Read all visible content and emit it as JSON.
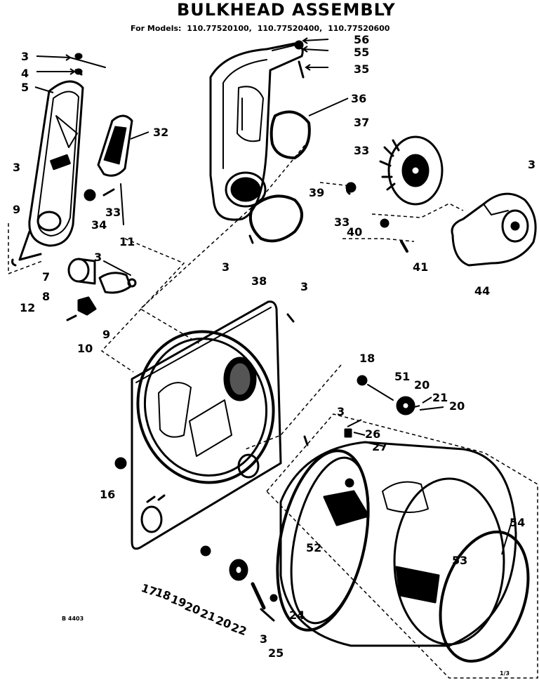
{
  "title": "BULKHEAD ASSEMBLY",
  "models": {
    "prefix": "For Models:",
    "list": [
      "110.77520100,",
      "110.77520400,",
      "110.77520600"
    ]
  },
  "callouts": [
    {
      "id": "c3a",
      "label": "3"
    },
    {
      "id": "c4",
      "label": "4"
    },
    {
      "id": "c5",
      "label": "5"
    },
    {
      "id": "c32",
      "label": "32"
    },
    {
      "id": "c3b",
      "label": "3"
    },
    {
      "id": "c9",
      "label": "9"
    },
    {
      "id": "c33a",
      "label": "33"
    },
    {
      "id": "c34",
      "label": "34"
    },
    {
      "id": "c11",
      "label": "11"
    },
    {
      "id": "c3c",
      "label": "3"
    },
    {
      "id": "c7",
      "label": "7"
    },
    {
      "id": "c8",
      "label": "8"
    },
    {
      "id": "c12",
      "label": "12"
    },
    {
      "id": "c9b",
      "label": "9"
    },
    {
      "id": "c10",
      "label": "10"
    },
    {
      "id": "c56",
      "label": "56"
    },
    {
      "id": "c55",
      "label": "55"
    },
    {
      "id": "c35",
      "label": "35"
    },
    {
      "id": "c36",
      "label": "36"
    },
    {
      "id": "c37",
      "label": "37"
    },
    {
      "id": "c33b",
      "label": "33"
    },
    {
      "id": "c3d",
      "label": "3"
    },
    {
      "id": "c39",
      "label": "39"
    },
    {
      "id": "c33c",
      "label": "33"
    },
    {
      "id": "c40",
      "label": "40"
    },
    {
      "id": "c41",
      "label": "41"
    },
    {
      "id": "c44",
      "label": "44"
    },
    {
      "id": "c3e",
      "label": "3"
    },
    {
      "id": "c38",
      "label": "38"
    },
    {
      "id": "c3f",
      "label": "3"
    },
    {
      "id": "c18a",
      "label": "18"
    },
    {
      "id": "c51",
      "label": "51"
    },
    {
      "id": "c20a",
      "label": "20"
    },
    {
      "id": "c21a",
      "label": "21"
    },
    {
      "id": "c20b",
      "label": "20"
    },
    {
      "id": "c3g",
      "label": "3"
    },
    {
      "id": "c26",
      "label": "26"
    },
    {
      "id": "c27",
      "label": "27"
    },
    {
      "id": "c16",
      "label": "16"
    },
    {
      "id": "c52",
      "label": "52"
    },
    {
      "id": "c53",
      "label": "53"
    },
    {
      "id": "c54",
      "label": "54"
    },
    {
      "id": "c17",
      "label": "17"
    },
    {
      "id": "c18b",
      "label": "18"
    },
    {
      "id": "c19",
      "label": "19"
    },
    {
      "id": "c20c",
      "label": "20"
    },
    {
      "id": "c21b",
      "label": "21"
    },
    {
      "id": "c20d",
      "label": "20"
    },
    {
      "id": "c22",
      "label": "22"
    },
    {
      "id": "c24",
      "label": "24"
    },
    {
      "id": "c3h",
      "label": "3"
    },
    {
      "id": "c25",
      "label": "25"
    }
  ],
  "footer": {
    "code_left": "B 4403",
    "page_ref": "1/3"
  }
}
